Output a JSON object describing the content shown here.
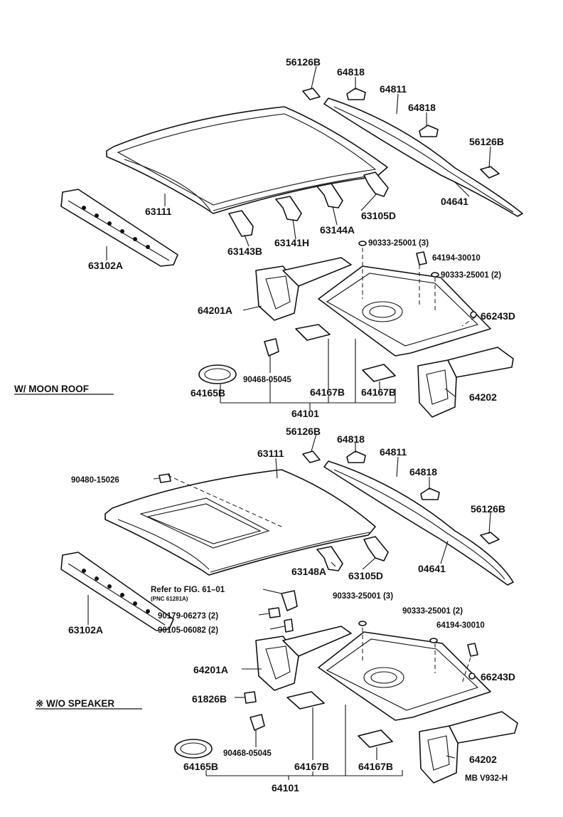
{
  "colors": {
    "ink": "#111111",
    "paper": "#ffffff"
  },
  "sections": {
    "moon_roof": {
      "title": "W/ MOON ROOF"
    },
    "no_speaker": {
      "title": "※ W/O SPEAKER"
    }
  },
  "top": {
    "p56126B_a": "56126B",
    "p64818_a": "64818",
    "p64811": "64811",
    "p64818_b": "64818",
    "p56126B_b": "56126B",
    "p04641": "04641",
    "p63111": "63111",
    "p63105D": "63105D",
    "p63144A": "63144A",
    "p63141H": "63141H",
    "p63143B": "63143B",
    "p63102A": "63102A",
    "p90333_a": "90333-25001 (3)",
    "p64194": "64194-30010",
    "p90333_b": "90333-25001 (2)",
    "p66243D": "66243D",
    "p64201A": "64201A",
    "p90468": "90468-05045",
    "p64165B": "64165B",
    "p64167B_a": "64167B",
    "p64167B_b": "64167B",
    "p64202": "64202",
    "p64101": "64101"
  },
  "bottom": {
    "p56126B_a": "56126B",
    "p64818_a": "64818",
    "p63111": "63111",
    "p64811": "64811",
    "p90480": "90480-15026",
    "p64818_b": "64818",
    "p56126B_b": "56126B",
    "p04641": "04641",
    "p63148A": "63148A",
    "p63105D": "63105D",
    "p63102A": "63102A",
    "refer": "Refer to FIG. 61–01",
    "pnc": "(PNC 61281A)",
    "p90179": "90179-06273 (2)",
    "p90105": "90105-06082 (2)",
    "p90333_a": "90333-25001 (3)",
    "p90333_b": "90333-25001 (2)",
    "p64194": "64194-30010",
    "p64201A": "64201A",
    "p66243D": "66243D",
    "p61826B": "61826B",
    "p90468": "90468-05045",
    "p64165B": "64165B",
    "p64167B_a": "64167B",
    "p64167B_b": "64167B",
    "p64202": "64202",
    "p64101": "64101",
    "code": "MB V932-H"
  }
}
